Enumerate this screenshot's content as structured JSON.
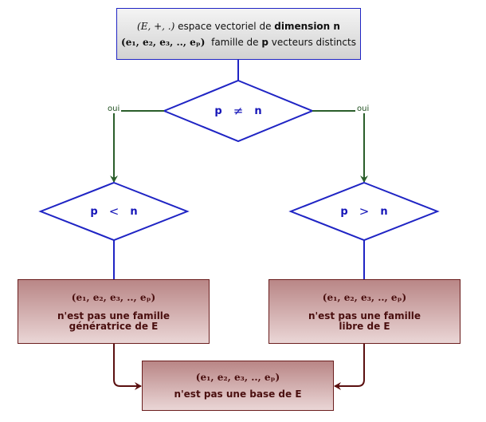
{
  "top_box": {
    "structure": "(E, +, .)",
    "text_before_bold": "espace vectoriel de ",
    "bold_text": "dimension n",
    "family_vectors": "(e₁, e₂, e₃, .., eₚ)",
    "family_text_1": "famille de ",
    "family_p": "p",
    "family_text_2": " vecteurs distincts"
  },
  "decisions": {
    "top": {
      "left": "p",
      "op": "≠",
      "right": "n"
    },
    "left": {
      "left": "p",
      "op": "<",
      "right": "n"
    },
    "right": {
      "left": "p",
      "op": ">",
      "right": "n"
    }
  },
  "branch_labels": {
    "left": "oui",
    "right": "oui"
  },
  "results": {
    "left": {
      "tuple": "(e₁, e₂, e₃, .., eₚ)",
      "text": "n'est pas une famille\ngénératrice de E"
    },
    "right": {
      "tuple": "(e₁, e₂, e₃, .., eₚ)",
      "text": "n'est pas une famille\nlibre de E"
    },
    "bottom": {
      "tuple": "(e₁, e₂, e₃, .., eₚ)",
      "text": "n'est pas une base de E"
    }
  },
  "colors": {
    "blue": "#1f24c4",
    "green": "#2a5e2a",
    "maroon": "#5a0f0f"
  }
}
